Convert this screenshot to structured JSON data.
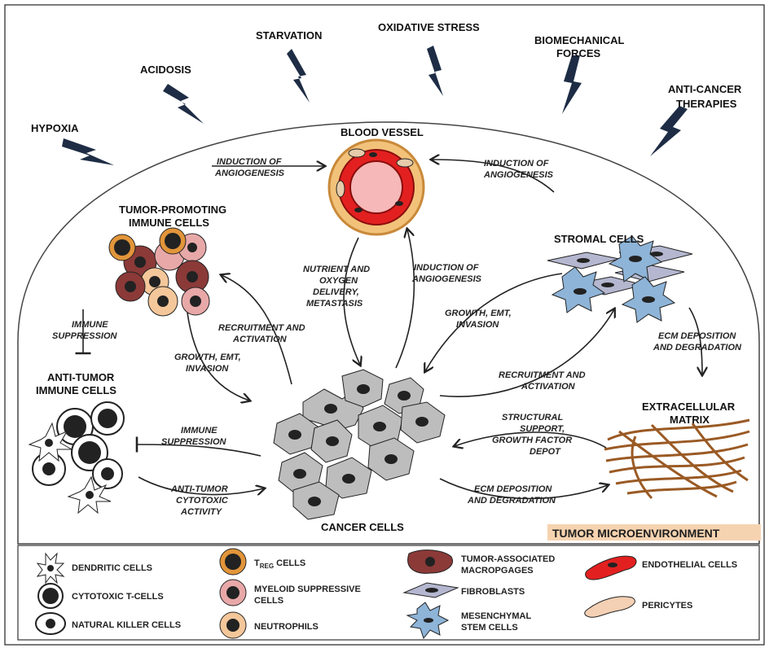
{
  "stressors": {
    "hypoxia": "HYPOXIA",
    "acidosis": "ACIDOSIS",
    "starvation": "STARVATION",
    "oxidative_stress": "OXIDATIVE STRESS",
    "biomech_1": "BIOMECHANICAL",
    "biomech_2": "FORCES",
    "anticancer_1": "ANTI-CANCER",
    "anticancer_2": "THERAPIES"
  },
  "nodes": {
    "blood_vessel": "BLOOD VESSEL",
    "tumor_promoting_1": "TUMOR-PROMOTING",
    "tumor_promoting_2": "IMMUNE CELLS",
    "stromal": "STROMAL CELLS",
    "anti_tumor_1": "ANTI-TUMOR",
    "anti_tumor_2": "IMMUNE CELLS",
    "ecm_1": "EXTRACELLULAR",
    "ecm_2": "MATRIX",
    "cancer": "CANCER CELLS",
    "tme": "TUMOR MICROENVIRONMENT"
  },
  "edges": {
    "ind_angio_left_1": "INDUCTION OF",
    "ind_angio_left_2": "ANGIOGENESIS",
    "ind_angio_right_1": "INDUCTION OF",
    "ind_angio_right_2": "ANGIOGENESIS",
    "ind_angio_center_1": "INDUCTION OF",
    "ind_angio_center_2": "ANGIOGENESIS",
    "nutrient_1": "NUTRIENT AND",
    "nutrient_2": "OXYGEN",
    "nutrient_3": "DELIVERY,",
    "nutrient_4": "METASTASIS",
    "immune_supp_1": "IMMUNE",
    "immune_supp_2": "SUPPRESSION",
    "recruit_left_1": "RECRUITMENT AND",
    "recruit_left_2": "ACTIVATION",
    "growth_left_1": "GROWTH, EMT,",
    "growth_left_2": "INVASION",
    "growth_right_1": "GROWTH, EMT,",
    "growth_right_2": "INVASION",
    "recruit_right_1": "RECRUITMENT AND",
    "recruit_right_2": "ACTIVATION",
    "ecm_dep_right_1": "ECM DEPOSITION",
    "ecm_dep_right_2": "AND DEGRADATION",
    "immune_supp2_1": "IMMUNE",
    "immune_supp2_2": "SUPPRESSION",
    "anti_tumor_act_1": "ANTI-TUMOR",
    "anti_tumor_act_2": "CYTOTOXIC",
    "anti_tumor_act_3": "ACTIVITY",
    "structural_1": "STRUCTURAL",
    "structural_2": "SUPPORT,",
    "structural_3": "GROWTH FACTOR",
    "structural_4": "DEPOT",
    "ecm_dep_bottom_1": "ECM DEPOSITION",
    "ecm_dep_bottom_2": "AND DEGRADATION"
  },
  "legend": {
    "dendritic": "DENDRITIC CELLS",
    "cytotoxic": "CYTOTOXIC  T-CELLS",
    "nk": "NATURAL KILLER CELLS",
    "treg_main": "T",
    "treg_sub": "REG",
    "treg_rest": " CELLS",
    "myeloid_1": "MYELOID SUPPRESSIVE",
    "myeloid_2": "CELLS",
    "neutrophils": "NEUTROPHILS",
    "tam_1": "TUMOR-ASSOCIATED",
    "tam_2": "MACROPGAGES",
    "fibroblasts": "FIBROBLASTS",
    "msc_1": "MESENCHYMAL",
    "msc_2": "STEM CELLS",
    "endothelial": "ENDOTHELIAL CELLS",
    "pericytes": "PERICYTES"
  }
}
